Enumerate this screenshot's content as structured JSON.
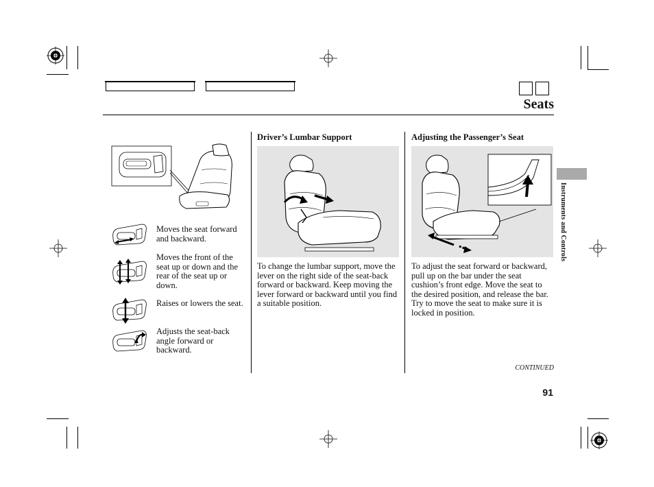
{
  "header": {
    "page_title": "Seats",
    "section_tab_label": "Instruments and Controls"
  },
  "left_column": {
    "controls": [
      {
        "icon": "seat-slide-control-icon",
        "text": "Moves the seat forward and backward."
      },
      {
        "icon": "seat-front-height-control-icon",
        "text": "Moves the front of the seat up or down and the rear of the seat up or down."
      },
      {
        "icon": "seat-height-control-icon",
        "text": "Raises or lowers the seat."
      },
      {
        "icon": "seat-recline-control-icon",
        "text": "Adjusts the seat-back angle forward or backward."
      }
    ]
  },
  "middle_column": {
    "heading": "Driver’s Lumbar Support",
    "body": "To change the lumbar support, move the lever on the right side of the seat-back forward or backward. Keep moving the lever forward or backward until you find a suitable position."
  },
  "right_column": {
    "heading": "Adjusting the Passenger’s Seat",
    "body": "To adjust the seat forward or backward, pull up on the bar under the seat cushion’s front edge. Move the seat to the desired position, and release the bar. Try to move the seat to make sure it is locked in position."
  },
  "footer": {
    "continued": "CONTINUED",
    "page_number": "91"
  }
}
